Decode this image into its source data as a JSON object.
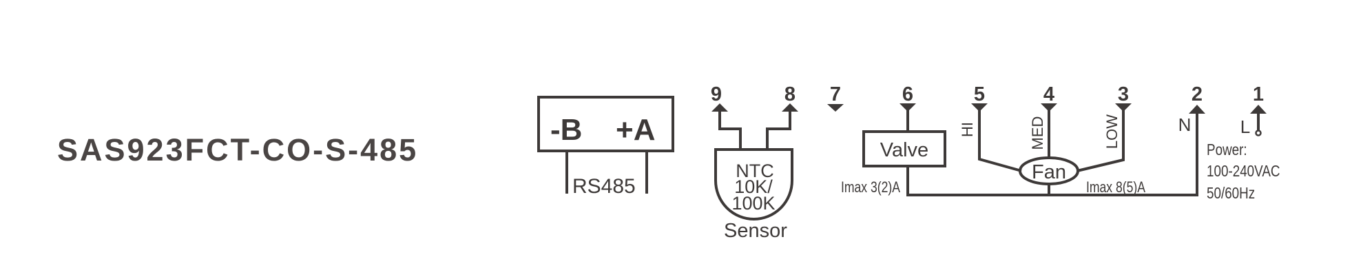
{
  "model": "SAS923FCT-CO-S-485",
  "rs485": {
    "minus_b": "-B",
    "plus_a": "+A",
    "label": "RS485"
  },
  "sensor": {
    "line1": "NTC",
    "line2": "10K/",
    "line3": "100K",
    "label": "Sensor"
  },
  "terminals": [
    "9",
    "8",
    "7",
    "6",
    "5",
    "4",
    "3",
    "2",
    "1"
  ],
  "valve": {
    "label": "Valve",
    "imax": "Imax 3(2)A"
  },
  "fan": {
    "label": "Fan",
    "imax": "Imax 8(5)A",
    "hi": "HI",
    "med": "MED",
    "low": "LOW"
  },
  "power": {
    "n": "N",
    "l": "L",
    "title": "Power:",
    "voltage": "100-240VAC",
    "frequency": "50/60Hz"
  },
  "colors": {
    "ink": "#3d3938",
    "title": "#4a4544"
  }
}
